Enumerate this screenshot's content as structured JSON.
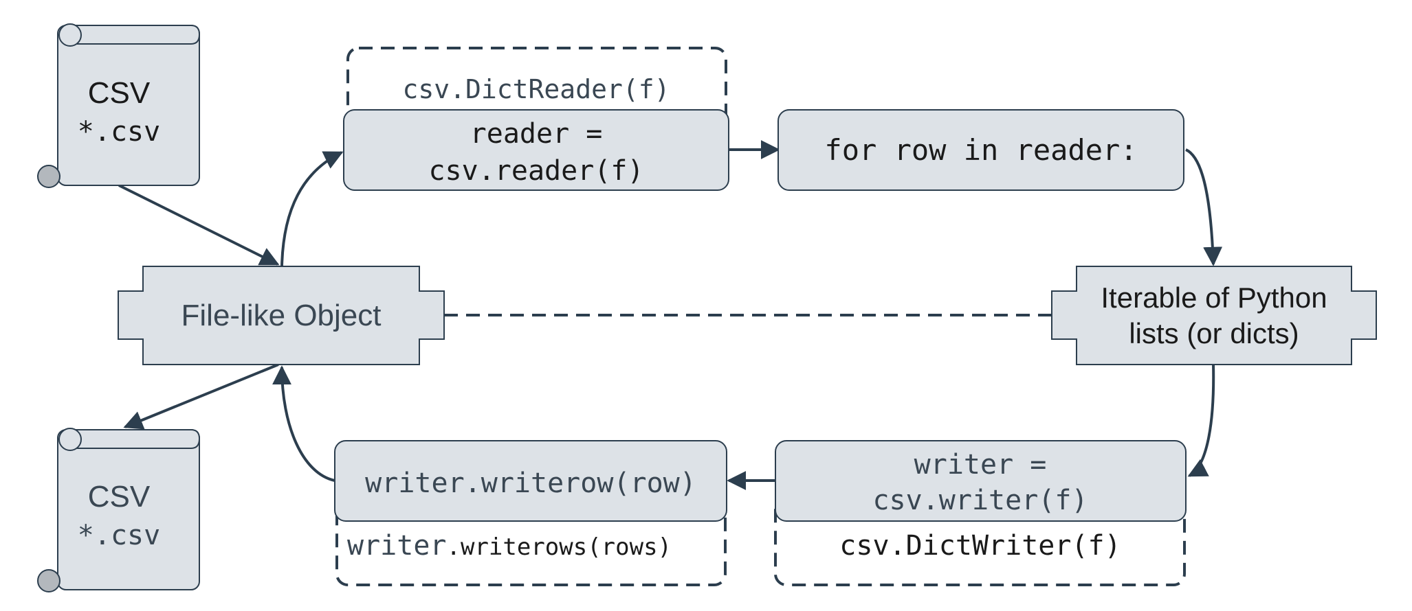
{
  "colors": {
    "box_fill": "#dde2e7",
    "stroke": "#2c3e4e",
    "text": "#1a1a1a"
  },
  "csv_input": {
    "title": "CSV",
    "ext": "*.csv"
  },
  "csv_output": {
    "title": "CSV",
    "ext": "*.csv"
  },
  "file_like": {
    "label": "File-like Object"
  },
  "iterable": {
    "line1": "Iterable of Python",
    "line2": "lists (or dicts)"
  },
  "reader": {
    "alt": "csv.DictReader(f)",
    "line1": "reader =",
    "line2": "csv.reader(f)"
  },
  "loop": {
    "label": "for row in reader:"
  },
  "writer": {
    "line1": "writer =",
    "line2": "csv.writer(f)",
    "alt": "csv.DictWriter(f)"
  },
  "writerow": {
    "label": "writer.writerow(row)",
    "alt_prefix": "writer",
    "alt_suffix": ".writerows(rows)"
  }
}
